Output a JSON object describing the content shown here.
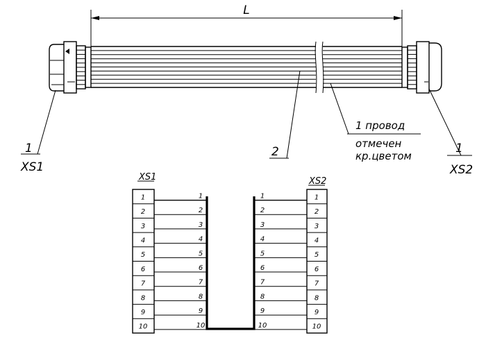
{
  "dimension_label": "L",
  "cable": {
    "connector_left": {
      "callout_number": "1",
      "callout_name": "XS1"
    },
    "connector_right": {
      "callout_number": "1",
      "callout_name": "XS2"
    },
    "wire_callout": "2",
    "note_lines": [
      "1 провод",
      "отмечен",
      "кр.цветом"
    ]
  },
  "schematic": {
    "left_connector_label": "XS1",
    "right_connector_label": "XS2",
    "pins": [
      "1",
      "2",
      "3",
      "4",
      "5",
      "6",
      "7",
      "8",
      "9",
      "10"
    ],
    "wire_labels": [
      "1",
      "2",
      "3",
      "4",
      "5",
      "6",
      "7",
      "8",
      "9",
      "10"
    ]
  }
}
